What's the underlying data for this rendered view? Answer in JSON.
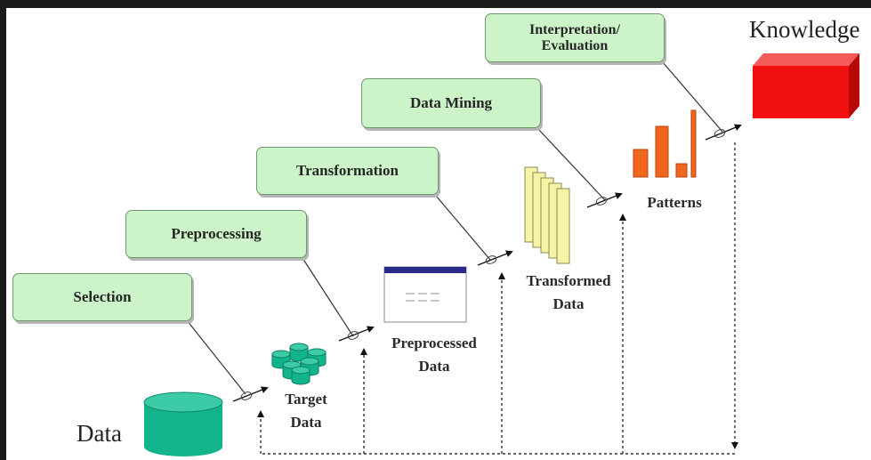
{
  "stages": [
    {
      "id": "selection",
      "label": "Selection"
    },
    {
      "id": "preprocessing",
      "label": "Preprocessing"
    },
    {
      "id": "transformation",
      "label": "Transformation"
    },
    {
      "id": "data-mining",
      "label": "Data Mining"
    },
    {
      "id": "interpretation",
      "label": "Interpretation/\nEvaluation"
    }
  ],
  "artifacts": {
    "data": "Data",
    "target_data": "Target\nData",
    "preprocessed_data": "Preprocessed\nData",
    "transformed_data": "Transformed\nData",
    "patterns": "Patterns",
    "knowledge": "Knowledge"
  },
  "colors": {
    "stage_fill": "#ccf4c8",
    "data_cylinder": "#12b48c",
    "document_bar": "#2a2a8a",
    "transformed_sheets": "#f7f3a6",
    "pattern_bars": "#f2651e",
    "knowledge_cube": "#f01010"
  }
}
